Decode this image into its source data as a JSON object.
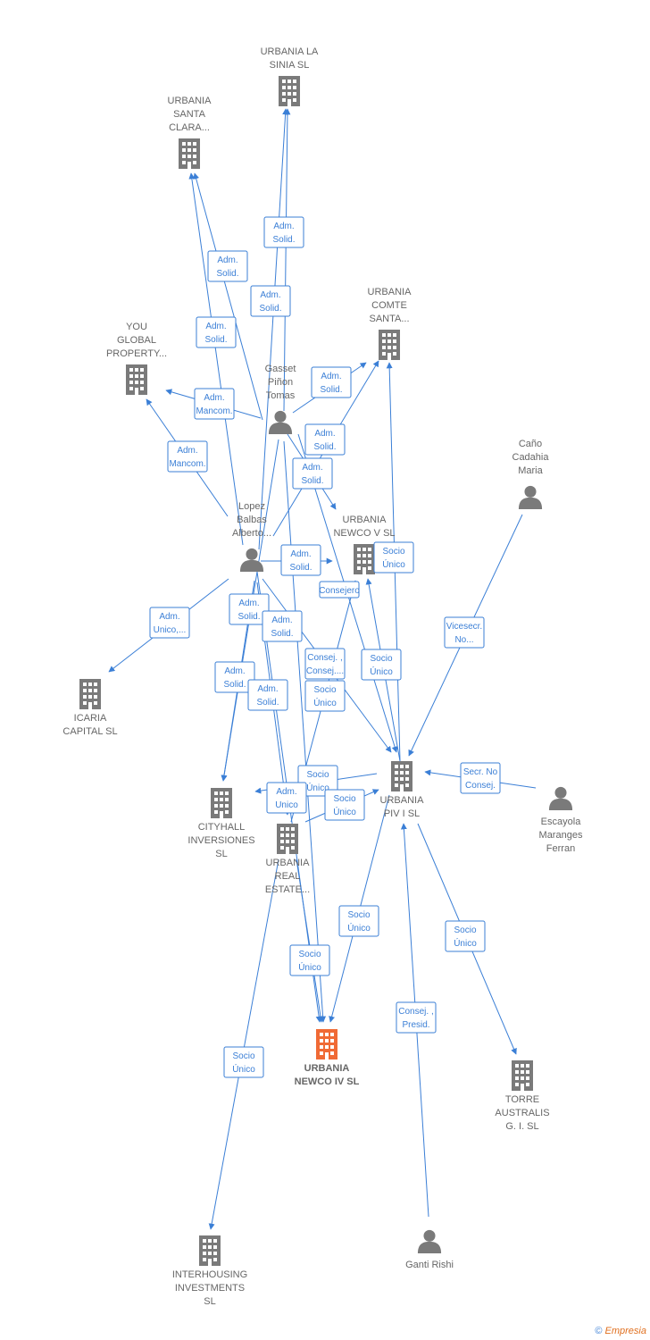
{
  "colors": {
    "edge": "#3b7fd6",
    "node": "#7a7a7a",
    "focus": "#f06a35"
  },
  "nodes": [
    {
      "id": "sinia",
      "kind": "company",
      "lines": [
        "URBANIA LA",
        "SINIA  SL"
      ]
    },
    {
      "id": "clara",
      "kind": "company",
      "lines": [
        "URBANIA",
        "SANTA",
        "CLARA..."
      ]
    },
    {
      "id": "comte",
      "kind": "company",
      "lines": [
        "URBANIA",
        "COMTE",
        "SANTA..."
      ]
    },
    {
      "id": "yougp",
      "kind": "company",
      "lines": [
        "YOU",
        "GLOBAL",
        "PROPERTY..."
      ]
    },
    {
      "id": "gasset",
      "kind": "person",
      "lines": [
        "Gasset",
        "Piñon",
        "Tomas"
      ]
    },
    {
      "id": "cano",
      "kind": "person",
      "lines": [
        "Caño",
        "Cadahia",
        "Maria"
      ]
    },
    {
      "id": "lopez",
      "kind": "person",
      "lines": [
        "Lopez",
        "Balbas",
        "Alberto..."
      ]
    },
    {
      "id": "newcov",
      "kind": "company",
      "lines": [
        "URBANIA",
        "NEWCO V  SL"
      ]
    },
    {
      "id": "icaria",
      "kind": "company",
      "lines": [
        "ICARIA",
        "CAPITAL SL"
      ]
    },
    {
      "id": "piv",
      "kind": "company",
      "lines": [
        "URBANIA",
        "PIV I  SL"
      ]
    },
    {
      "id": "escayola",
      "kind": "person",
      "lines": [
        "Escayola",
        "Maranges",
        "Ferran"
      ]
    },
    {
      "id": "cityhall",
      "kind": "company",
      "lines": [
        "CITYHALL",
        "INVERSIONES",
        "SL"
      ]
    },
    {
      "id": "realestate",
      "kind": "company",
      "lines": [
        "URBANIA",
        "REAL",
        "ESTATE..."
      ]
    },
    {
      "id": "newcoiv",
      "kind": "focus",
      "lines": [
        "URBANIA",
        "NEWCO IV  SL"
      ]
    },
    {
      "id": "torre",
      "kind": "company",
      "lines": [
        "TORRE",
        "AUSTRALIS",
        "G.  I.  SL"
      ]
    },
    {
      "id": "interhousing",
      "kind": "company",
      "lines": [
        "INTERHOUSING",
        "INVESTMENTS",
        "SL"
      ]
    },
    {
      "id": "ganti",
      "kind": "person",
      "lines": [
        "Ganti Rishi"
      ]
    }
  ],
  "edges": [
    {
      "from": "gasset",
      "to": "sinia",
      "lines": [
        "Adm.",
        "Solid."
      ]
    },
    {
      "from": "gasset",
      "to": "clara",
      "lines": [
        "Adm.",
        "Solid."
      ]
    },
    {
      "from": "lopez",
      "to": "sinia",
      "lines": [
        "Adm.",
        "Solid."
      ]
    },
    {
      "from": "lopez",
      "to": "clara",
      "lines": [
        "Adm.",
        "Solid."
      ]
    },
    {
      "from": "gasset",
      "to": "yougp",
      "lines": [
        "Adm.",
        "Mancom."
      ]
    },
    {
      "from": "lopez",
      "to": "yougp",
      "lines": [
        "Adm.",
        "Mancom."
      ]
    },
    {
      "from": "gasset",
      "to": "comte",
      "lines": [
        "Adm.",
        "Solid."
      ]
    },
    {
      "from": "lopez",
      "to": "comte",
      "lines": [
        "Adm.",
        "Solid."
      ]
    },
    {
      "from": "gasset",
      "to": "newcov",
      "lines": [
        "Adm.",
        "Solid."
      ]
    },
    {
      "from": "lopez",
      "to": "newcov",
      "lines": [
        "Adm.",
        "Solid."
      ]
    },
    {
      "from": "piv",
      "to": "newcov",
      "lines": [
        "Consejero"
      ]
    },
    {
      "from": "piv",
      "to": "comte",
      "lines": [
        "Socio",
        "Único"
      ]
    },
    {
      "from": "cano",
      "to": "piv",
      "lines": [
        "Vicesecr.",
        "No..."
      ]
    },
    {
      "from": "lopez",
      "to": "icaria",
      "lines": [
        "Adm.",
        "Unico,..."
      ]
    },
    {
      "from": "lopez",
      "to": "cityhall",
      "lines": [
        "Adm.",
        "Solid."
      ]
    },
    {
      "from": "gasset",
      "to": "cityhall",
      "lines": [
        "Adm.",
        "Solid."
      ]
    },
    {
      "from": "lopez",
      "to": "newcoiv",
      "lines": [
        "Adm.",
        "Solid."
      ]
    },
    {
      "from": "gasset",
      "to": "newcoiv",
      "lines": [
        "Adm.",
        "Solid."
      ]
    },
    {
      "from": "lopez",
      "to": "piv",
      "lines": [
        "Consej. ,",
        "Consej...."
      ]
    },
    {
      "from": "gasset",
      "to": "piv",
      "lines": [
        "Socio",
        "Único"
      ]
    },
    {
      "from": "realestate",
      "to": "newcov",
      "lines": [
        "Socio",
        "Único"
      ]
    },
    {
      "from": "escayola",
      "to": "piv",
      "lines": [
        "Secr.  No",
        "Consej."
      ]
    },
    {
      "from": "piv",
      "to": "cityhall",
      "lines": [
        "Socio",
        "Único"
      ]
    },
    {
      "from": "realestate",
      "to": "piv",
      "lines": [
        "Socio",
        "Único"
      ]
    },
    {
      "from": "lopez",
      "to": "realestate",
      "lines": [
        "Adm.",
        "Unico"
      ]
    },
    {
      "from": "piv",
      "to": "newcoiv",
      "lines": [
        "Socio",
        "Único"
      ]
    },
    {
      "from": "realestate",
      "to": "newcoiv",
      "lines": [
        "Socio",
        "Único"
      ]
    },
    {
      "from": "piv",
      "to": "torre",
      "lines": [
        "Socio",
        "Único"
      ]
    },
    {
      "from": "ganti",
      "to": "piv",
      "lines": [
        "Consej. ,",
        "Presid."
      ]
    },
    {
      "from": "realestate",
      "to": "interhousing",
      "lines": [
        "Socio",
        "Único"
      ]
    }
  ],
  "footer": {
    "copyright": "©",
    "brand": "Empresia"
  }
}
